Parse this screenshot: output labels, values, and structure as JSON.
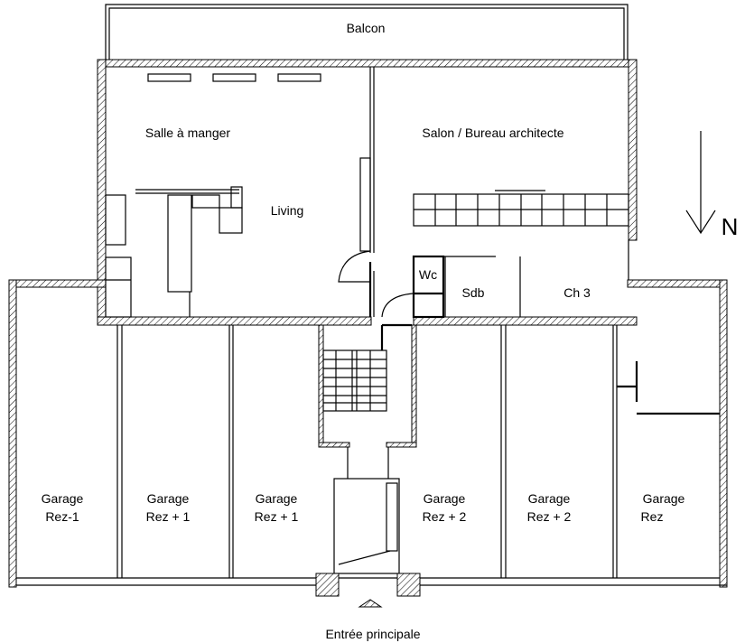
{
  "plan": {
    "rooms": {
      "balcon": "Balcon",
      "salle_a_manger": "Salle à manger",
      "salon": "Salon / Bureau architecte",
      "living": "Living",
      "wc": "Wc",
      "sdb": "Sdb",
      "ch3": "Ch 3"
    },
    "garages": [
      {
        "line1": "Garage",
        "line2": "Rez-1"
      },
      {
        "line1": "Garage",
        "line2": "Rez + 1"
      },
      {
        "line1": "Garage",
        "line2": "Rez + 1"
      },
      {
        "line1": "Garage",
        "line2": "Rez + 2"
      },
      {
        "line1": "Garage",
        "line2": "Rez + 2"
      },
      {
        "line1": "Garage",
        "line2": "Rez"
      }
    ],
    "entrance": "Entrée principale",
    "north": "N"
  }
}
